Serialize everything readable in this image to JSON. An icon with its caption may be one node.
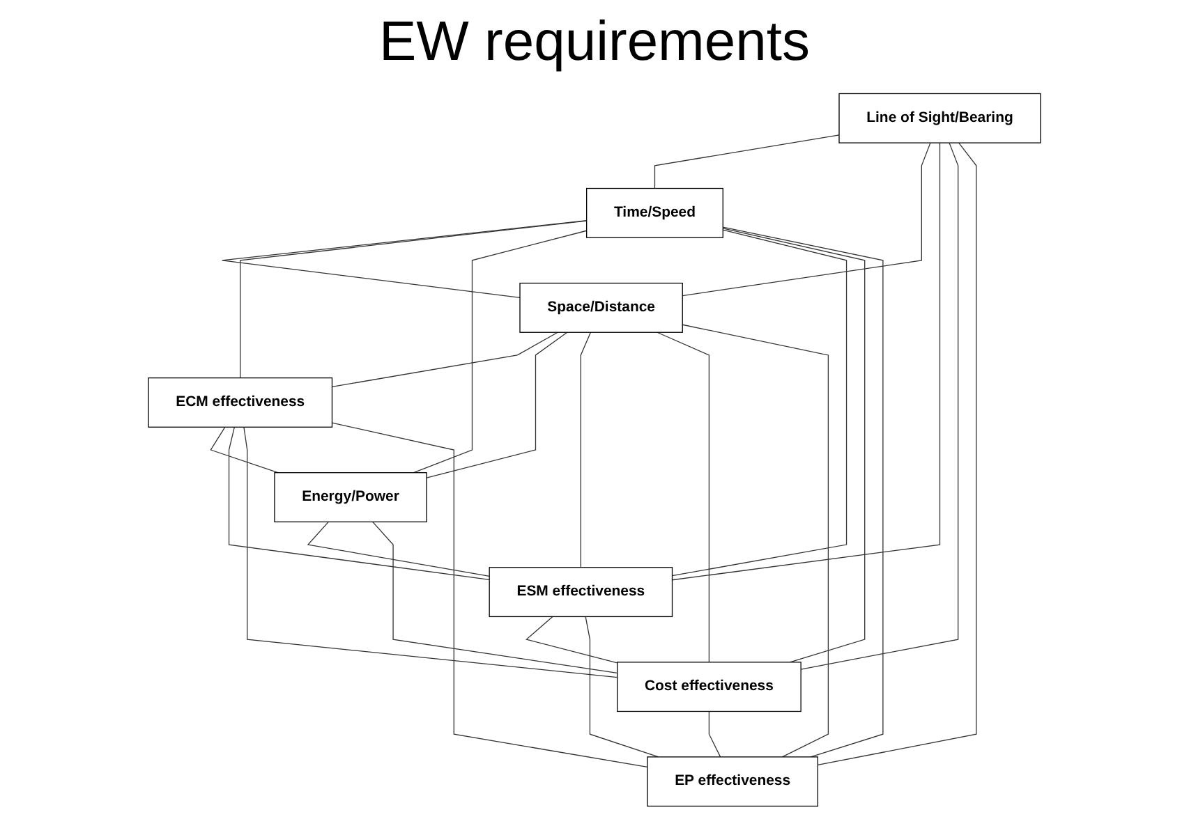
{
  "diagram": {
    "nodes": [
      {
        "text": [
          "Line of Sight/Bearing"
        ]
      },
      {
        "text": [
          "Time/Speed"
        ]
      },
      {
        "text": [
          "Space/Distance"
        ]
      },
      {
        "text": [
          "ECM effectiveness"
        ]
      },
      {
        "text": [
          "Energy/Power"
        ]
      },
      {
        "text": [
          "ESM effectiveness"
        ]
      },
      {
        "text": [
          "Cost effectiveness"
        ]
      },
      {
        "text": [
          "EP effectiveness"
        ]
      }
    ],
    "edges": [
      {
        "from": 0,
        "to": 1,
        "arrow": "none"
      },
      {
        "from": 0,
        "to": 2,
        "arrow": "none"
      },
      {
        "from": 0,
        "to": 5,
        "arrow": "none"
      },
      {
        "from": 0,
        "to": 6,
        "arrow": "none"
      },
      {
        "from": 0,
        "to": 7,
        "arrow": "none"
      },
      {
        "from": 1,
        "to": 2,
        "arrow": "none"
      },
      {
        "from": 1,
        "to": 3,
        "arrow": "none"
      },
      {
        "from": 1,
        "to": 4,
        "arrow": "none"
      },
      {
        "from": 1,
        "to": 5,
        "arrow": "none"
      },
      {
        "from": 1,
        "to": 6,
        "arrow": "none"
      },
      {
        "from": 1,
        "to": 7,
        "arrow": "none"
      },
      {
        "from": 2,
        "to": 3,
        "arrow": "none"
      },
      {
        "from": 2,
        "to": 4,
        "arrow": "none"
      },
      {
        "from": 2,
        "to": 5,
        "arrow": "none"
      },
      {
        "from": 2,
        "to": 6,
        "arrow": "none"
      },
      {
        "from": 2,
        "to": 7,
        "arrow": "none"
      },
      {
        "from": 3,
        "to": 4,
        "arrow": "none"
      },
      {
        "from": 3,
        "to": 5,
        "arrow": "none"
      },
      {
        "from": 3,
        "to": 6,
        "arrow": "none"
      },
      {
        "from": 3,
        "to": 7,
        "arrow": "none"
      },
      {
        "from": 4,
        "to": 5,
        "arrow": "none"
      },
      {
        "from": 4,
        "to": 6,
        "arrow": "none"
      },
      {
        "from": 5,
        "to": 6,
        "arrow": "none"
      },
      {
        "from": 5,
        "to": 7,
        "arrow": "none"
      },
      {
        "from": 6,
        "to": 7,
        "arrow": "none"
      }
    ],
    "labels": [
      "EW requirements"
    ]
  }
}
